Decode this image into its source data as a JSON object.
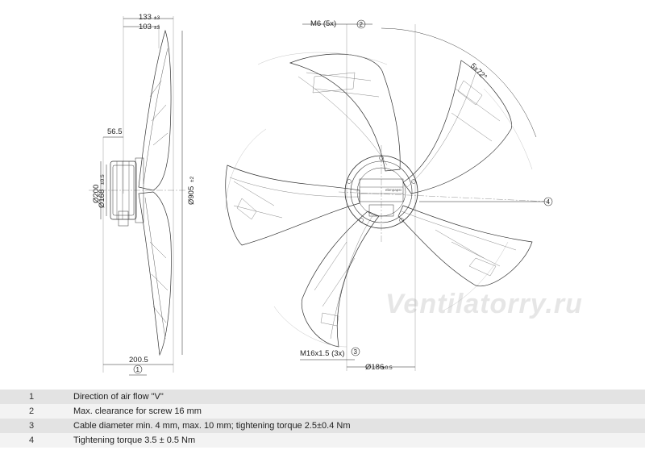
{
  "drawing": {
    "side_view": {
      "dim_133": "133",
      "dim_133_tol": "±3",
      "dim_103": "103",
      "dim_103_tol": "±3",
      "dim_56_5": "56.5",
      "dim_d200": "Ø200",
      "dim_d168": "Ø168",
      "dim_d168_tol": "±0.5",
      "dim_d905": "Ø905",
      "dim_d905_tol": "±2",
      "dim_200_5": "200.5",
      "callout": "1"
    },
    "front_view": {
      "label_m6": "M6 (5x)",
      "callout_2": "2",
      "angle_label": "5x72°",
      "callout_4": "4",
      "label_m16": "M16x1.5 (3x)",
      "callout_3": "3",
      "dim_d186": "Ø186",
      "dim_d186_tol": "±0.5",
      "hub_brand": "ebmpapst"
    },
    "watermark": "Ventilatorry.ru"
  },
  "legend": [
    {
      "num": "1",
      "text": "Direction of air flow \"V\""
    },
    {
      "num": "2",
      "text": "Max. clearance for screw 16 mm"
    },
    {
      "num": "3",
      "text": "Cable diameter min. 4 mm, max. 10 mm; tightening torque 2.5±0.4 Nm"
    },
    {
      "num": "4",
      "text": "Tightening torque 3.5 ± 0.5 Nm"
    }
  ]
}
